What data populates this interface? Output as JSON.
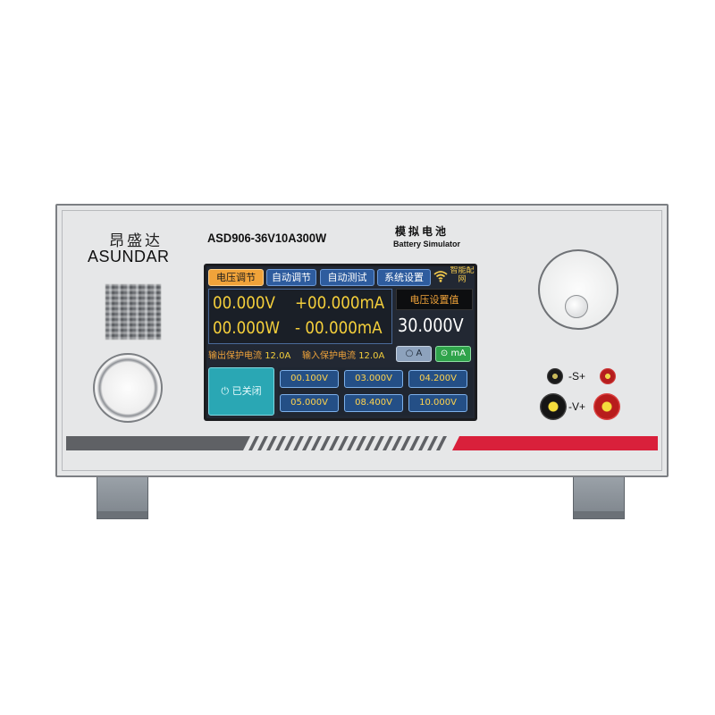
{
  "brand": {
    "name_cn": "昂盛达",
    "name_en": "ASUNDAR"
  },
  "model": "ASD906-36V10A300W",
  "product": {
    "name_cn": "模拟电池",
    "name_en": "Battery Simulator"
  },
  "screen": {
    "tabs": [
      {
        "label": "电压调节",
        "active": true
      },
      {
        "label": "自动调节",
        "active": false
      },
      {
        "label": "自动测试",
        "active": false
      },
      {
        "label": "系统设置",
        "active": false
      }
    ],
    "network": {
      "label": "智能配网",
      "icon": "wifi-icon"
    },
    "readouts": {
      "voltage": "00.000V",
      "current_positive": "+00.000mA",
      "power": "00.000W",
      "current_negative": "- 00.000mA"
    },
    "setpoint": {
      "label": "电压设置值",
      "value": "30.000V"
    },
    "protection": {
      "output_label": "输出保护电流",
      "output_value": "12.0A",
      "input_label": "输入保护电流",
      "input_value": "12.0A"
    },
    "units": {
      "amps": "A",
      "milliamps": "mA",
      "selected": "mA"
    },
    "output_button": {
      "label": "已关闭",
      "icon": "power-icon"
    },
    "presets": [
      "00.100V",
      "03.000V",
      "04.200V",
      "05.000V",
      "08.400V",
      "10.000V"
    ]
  },
  "terminals": {
    "sense_label": "-S+",
    "voltage_label": "-V+"
  },
  "colors": {
    "accent_orange": "#f0a33a",
    "readout_yellow": "#f3ce3b",
    "tab_blue": "#2e5c9e",
    "output_teal": "#2aa7b4",
    "unit_green": "#2fa34b",
    "stripe_red": "#d9203b",
    "stripe_gray": "#5f6165"
  }
}
